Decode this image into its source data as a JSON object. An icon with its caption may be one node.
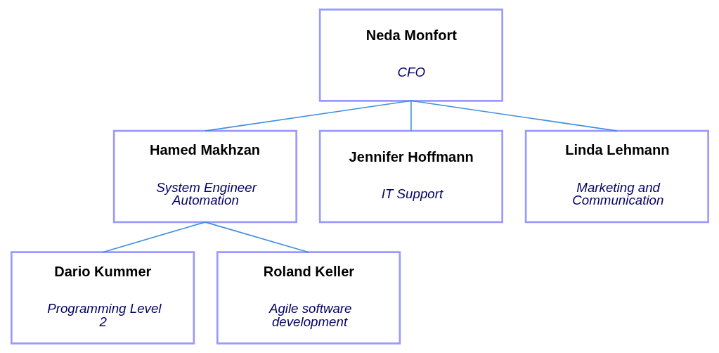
{
  "diagram": {
    "nodes": [
      {
        "text": [
          "Neda Monfort",
          "CFO"
        ]
      },
      {
        "text": [
          "Hamed Makhzan",
          "System Engineer Automation"
        ]
      },
      {
        "text": [
          "Jennifer Hoffmann",
          "IT Support"
        ]
      },
      {
        "text": [
          "Linda Lehmann",
          "Marketing and Communication"
        ]
      },
      {
        "text": [
          "Dario Kummer",
          "Programming Level 2"
        ]
      },
      {
        "text": [
          "Roland Keller",
          "Agile software development"
        ]
      }
    ],
    "edges": [
      {
        "from": 0,
        "to": 1,
        "arrow": "none"
      },
      {
        "from": 0,
        "to": 2,
        "arrow": "none"
      },
      {
        "from": 0,
        "to": 3,
        "arrow": "none"
      },
      {
        "from": 1,
        "to": 4,
        "arrow": "none"
      },
      {
        "from": 1,
        "to": 5,
        "arrow": "none"
      }
    ]
  }
}
